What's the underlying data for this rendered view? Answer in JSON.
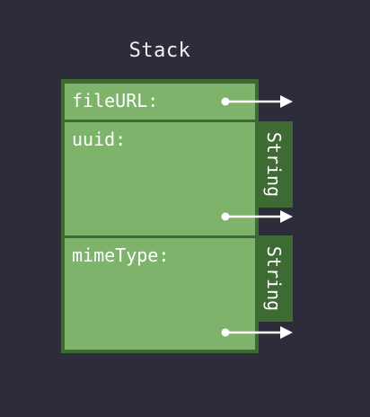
{
  "diagram": {
    "title": "Stack",
    "cells": [
      {
        "label": "fileURL:"
      },
      {
        "label": "uuid:"
      },
      {
        "label": "mimeType:"
      }
    ],
    "type_tags": [
      {
        "label": "String"
      },
      {
        "label": "String"
      }
    ],
    "colors": {
      "background": "#2c2c3a",
      "cell_fill": "#7db36b",
      "stack_border": "#3e6a34",
      "text": "#ffffff",
      "arrow": "#ffffff"
    }
  }
}
